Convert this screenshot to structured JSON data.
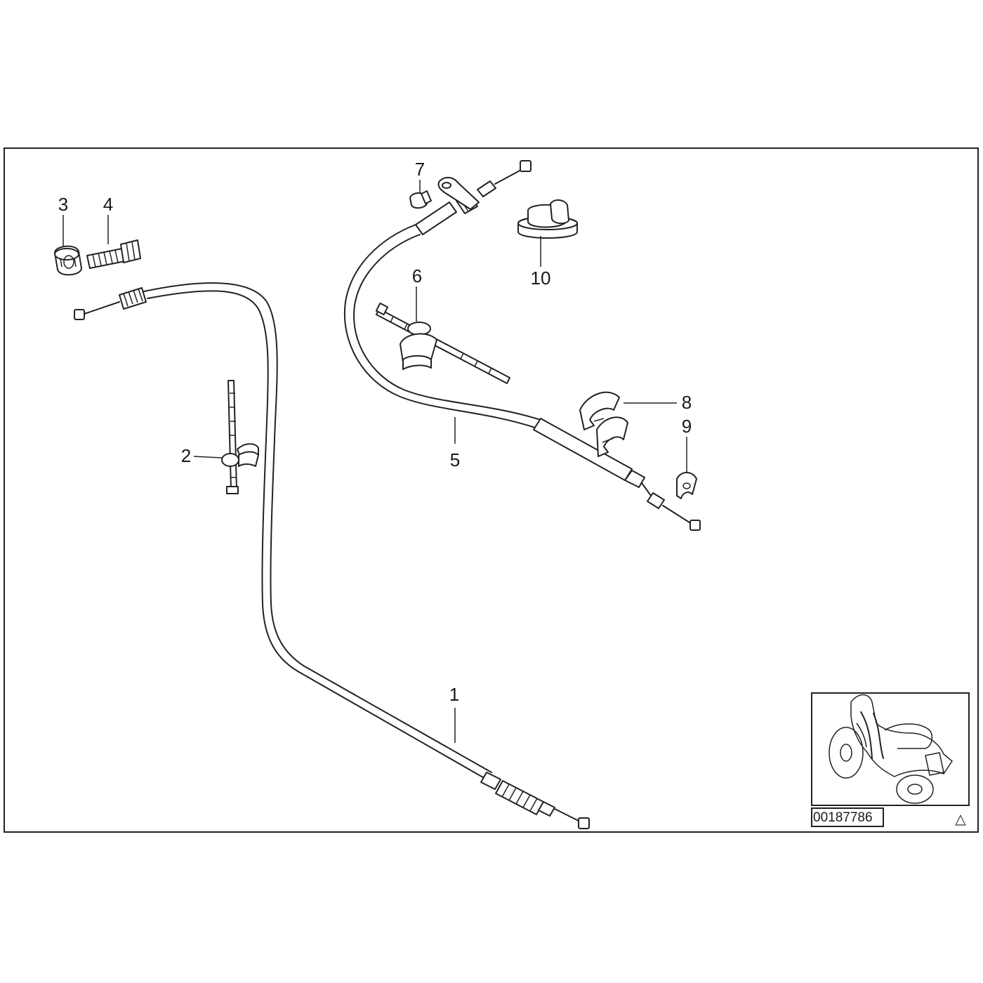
{
  "callouts": {
    "c1": "1",
    "c2": "2",
    "c3": "3",
    "c4": "4",
    "c5": "5",
    "c6": "6",
    "c7": "7",
    "c8": "8",
    "c9": "9",
    "c10": "10"
  },
  "part_number": "00187786",
  "corner_mark": "△"
}
